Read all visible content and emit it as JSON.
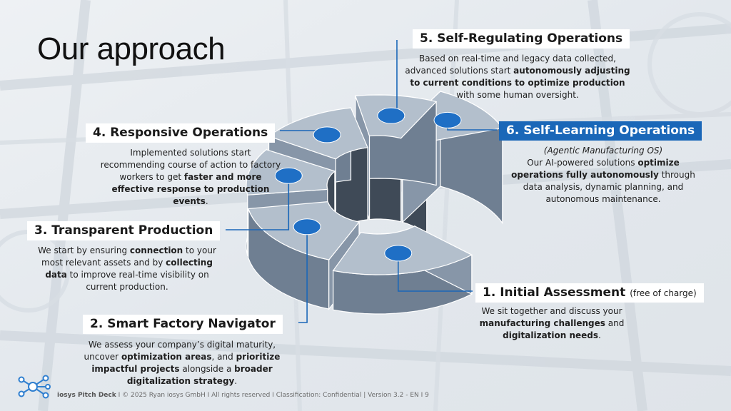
{
  "slide": {
    "title": "Our approach"
  },
  "stages": [
    {
      "title": "1. Initial Assessment",
      "note": "(free of charge)",
      "parts": [
        {
          "t": "We sit together and discuss your ",
          "b": false
        },
        {
          "t": "manufacturing challenges",
          "b": true
        },
        {
          "t": " and ",
          "b": false
        },
        {
          "t": "digitalization needs",
          "b": true
        },
        {
          "t": ".",
          "b": false
        }
      ]
    },
    {
      "title": "2. Smart Factory Navigator",
      "parts": [
        {
          "t": "We assess your company’s digital maturity, uncover ",
          "b": false
        },
        {
          "t": "optimization areas",
          "b": true
        },
        {
          "t": ", and ",
          "b": false
        },
        {
          "t": "prioritize impactful projects",
          "b": true
        },
        {
          "t": " alongside a ",
          "b": false
        },
        {
          "t": "broader digitalization strategy",
          "b": true
        },
        {
          "t": ".",
          "b": false
        }
      ]
    },
    {
      "title": "3. Transparent Production",
      "parts": [
        {
          "t": "We start by ensuring ",
          "b": false
        },
        {
          "t": "connection",
          "b": true
        },
        {
          "t": " to your most relevant assets and by ",
          "b": false
        },
        {
          "t": "collecting data",
          "b": true
        },
        {
          "t": " to improve real-time visibility on current production.",
          "b": false
        }
      ]
    },
    {
      "title": "4. Responsive Operations",
      "parts": [
        {
          "t": "Implemented solutions start recommending course of action to factory workers to get ",
          "b": false
        },
        {
          "t": "faster and more effective response to production events",
          "b": true
        },
        {
          "t": ".",
          "b": false
        }
      ]
    },
    {
      "title": "5. Self-Regulating Operations",
      "parts": [
        {
          "t": "Based on real-time and legacy data collected, advanced solutions start ",
          "b": false
        },
        {
          "t": "autonomously adjusting to current conditions to optimize production",
          "b": true
        },
        {
          "t": " with some human oversight.",
          "b": false
        }
      ]
    },
    {
      "title": "6. Self-Learning Operations",
      "subtitle": "(Agentic Manufacturing OS)",
      "parts": [
        {
          "t": "Our AI-powered solutions ",
          "b": false
        },
        {
          "t": "optimize operations fully autonomously",
          "b": true
        },
        {
          "t": "  through data analysis, dynamic planning, and autonomous maintenance.",
          "b": false
        }
      ]
    }
  ],
  "footer": {
    "brand": "iosys Pitch Deck",
    "rest": " I © 2025 Ryan iosys GmbH   I  All rights reserved  I  Classification: Confidential  |  Version 3.2 - EN    I    9"
  },
  "colors": {
    "accent": "#1a67b8",
    "marker": "#1f6fc5",
    "segment_top": "#b3bfcc",
    "segment_side": "#6f7f92",
    "inner_wall": "#3f4a57",
    "connector": "#1a67b8"
  },
  "icons": {
    "logo": "network-nodes-logo-icon"
  }
}
